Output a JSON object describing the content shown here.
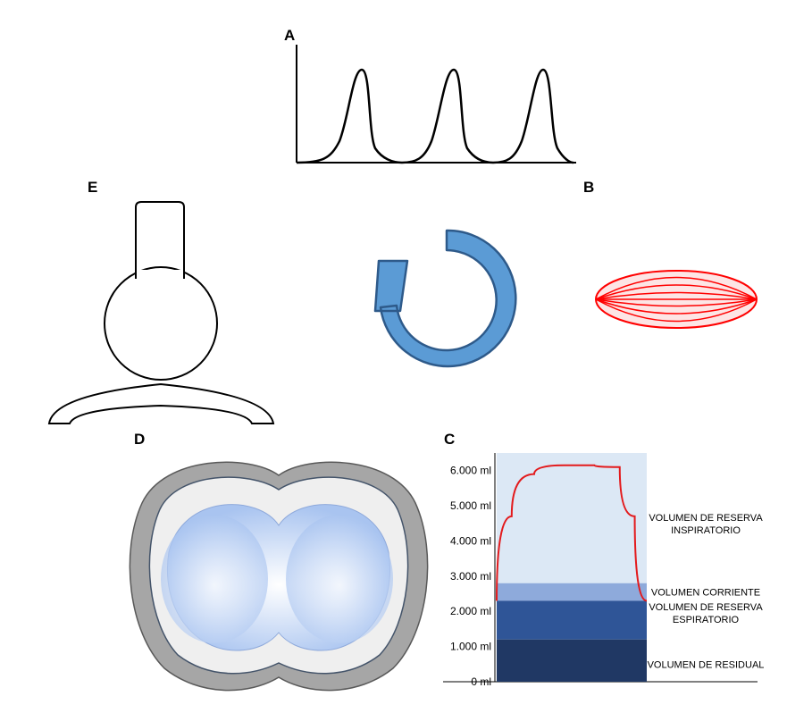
{
  "labels": {
    "a": "A",
    "b": "B",
    "c": "C",
    "d": "D",
    "e": "E"
  },
  "colors": {
    "arrow_fill": "#5b9bd5",
    "arrow_stroke": "#2e5a8a",
    "spindle": "#ff0000",
    "reserve_inspiratory": "#dce8f5",
    "tidal": "#8eaadb",
    "reserve_expiratory": "#2f5597",
    "residual": "#203864",
    "volume_curve": "#e31a1c",
    "torso_ring": "#a6a6a6",
    "lung": "#a9c4f0"
  },
  "chart_data": {
    "type": "area",
    "title": "",
    "y_ticks": [
      "6.000 ml",
      "5.000 ml",
      "4.000 ml",
      "3.000 ml",
      "2.000 ml",
      "1.000 ml",
      "0 ml"
    ],
    "ylim": [
      0,
      6500
    ],
    "bands": [
      {
        "name": "VOLUMEN DE RESERVA INSPIRATORIO",
        "lines": [
          "VOLUMEN DE RESERVA",
          "INSPIRATORIO"
        ],
        "from": 2800,
        "to": 6500
      },
      {
        "name": "VOLUMEN CORRIENTE",
        "lines": [
          "VOLUMEN CORRIENTE"
        ],
        "from": 2300,
        "to": 2800
      },
      {
        "name": "VOLUMEN DE RESERVA ESPIRATORIO",
        "lines": [
          "VOLUMEN DE RESERVA",
          "ESPIRATORIO"
        ],
        "from": 1200,
        "to": 2300
      },
      {
        "name": "VOLUMEN DE RESIDUAL",
        "lines": [
          "VOLUMEN DE RESIDUAL"
        ],
        "from": 0,
        "to": 1200
      }
    ],
    "curve": {
      "x": [
        0,
        0.1,
        0.25,
        0.45,
        0.65,
        0.82,
        0.92,
        1
      ],
      "y": [
        2300,
        4700,
        5900,
        6150,
        6150,
        6100,
        4700,
        2300
      ]
    }
  }
}
